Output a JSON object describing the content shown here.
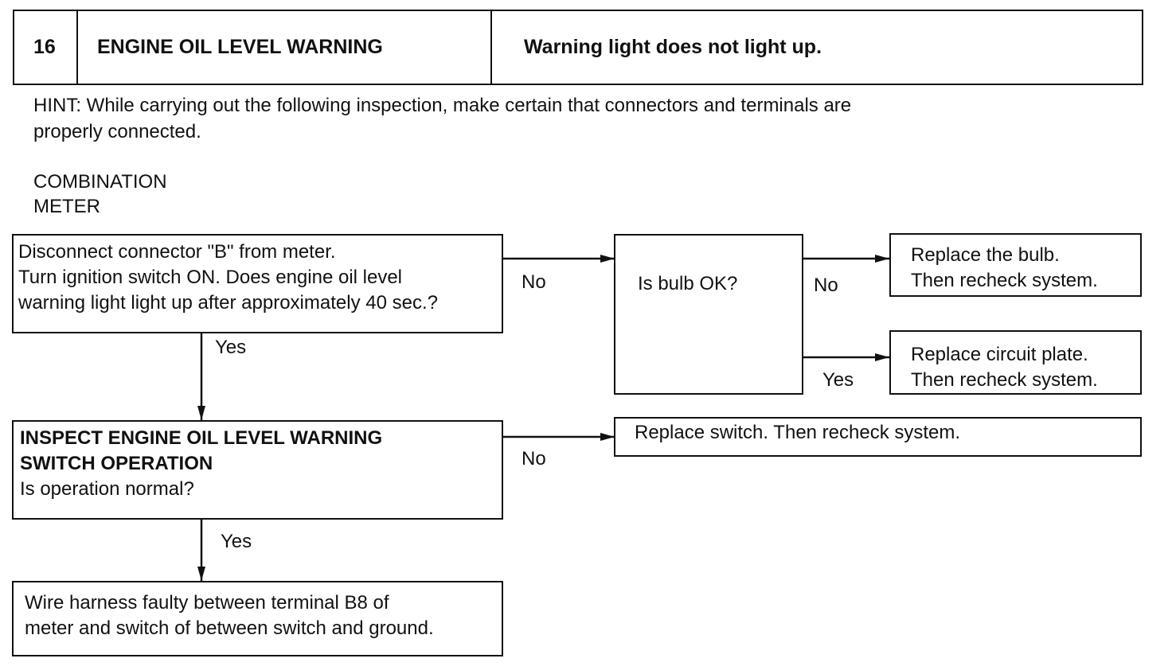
{
  "header": {
    "number": "16",
    "title": "ENGINE OIL LEVEL WARNING",
    "symptom": "Warning light does not light up."
  },
  "hint": {
    "line1": "HINT: While carrying out the following inspection, make certain that connectors and terminals are",
    "line2": "properly connected."
  },
  "section": {
    "line1": "COMBINATION",
    "line2": "METER"
  },
  "steps": {
    "step1": {
      "line1": "Disconnect connector \"B\" from meter.",
      "line2": "Turn ignition switch ON. Does engine oil level",
      "line3": "warning light light up after approximately 40 sec.?"
    },
    "bulb_check": {
      "text": "Is bulb OK?"
    },
    "replace_bulb": {
      "line1": "Replace the bulb.",
      "line2": "Then recheck system."
    },
    "replace_plate": {
      "line1": "Replace circuit plate.",
      "line2": "Then recheck system."
    },
    "step2": {
      "title1": "INSPECT ENGINE OIL LEVEL WARNING",
      "title2": "SWITCH OPERATION",
      "question": "Is operation normal?"
    },
    "replace_switch": {
      "text": "Replace switch. Then recheck system."
    },
    "harness": {
      "line1": "Wire harness faulty between terminal B8 of",
      "line2": "meter and switch of between switch and ground."
    }
  },
  "labels": {
    "no": "No",
    "yes": "Yes"
  }
}
